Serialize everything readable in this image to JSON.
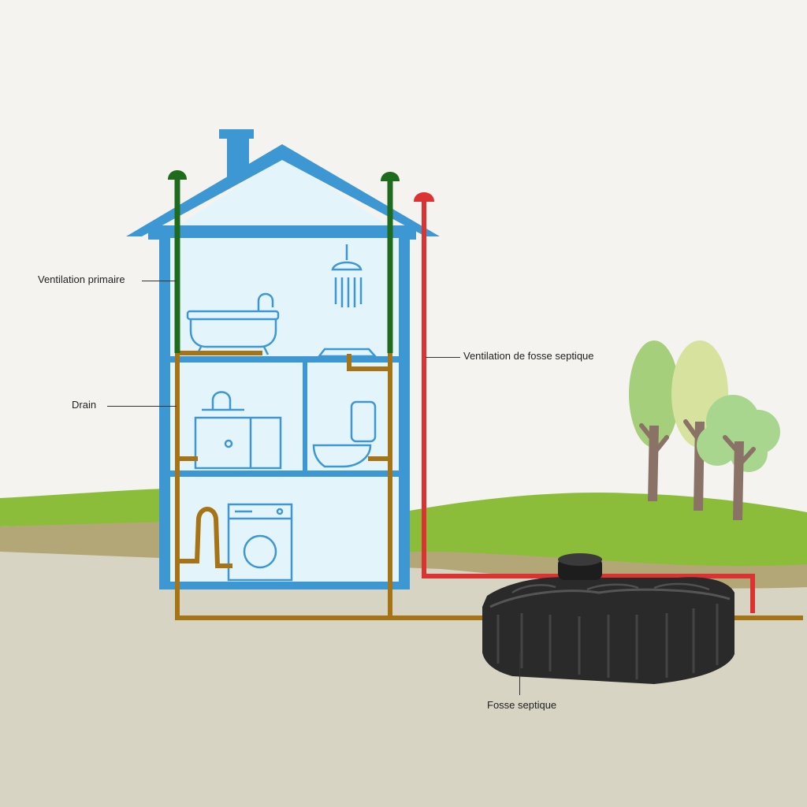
{
  "labels": {
    "ventilation_primaire": "Ventilation primaire",
    "drain": "Drain",
    "ventilation_fosse": "Ventilation de fosse septique",
    "fosse_septique": "Fosse septique"
  },
  "colors": {
    "background": "#f5f3f0",
    "house_frame": "#3d97d3",
    "house_interior": "#e4f4fb",
    "grass": "#8cbd3a",
    "soil": "#d8d4c4",
    "soil_band": "#b3a778",
    "ventilation_primaire": "#1f6b1d",
    "drain": "#a67414",
    "ventilation_fosse": "#dc3232",
    "tank": "#2a2a2a",
    "fixtures": "#3d97d3"
  },
  "icons": [
    "shower-icon",
    "bathtub-icon",
    "sink-icon",
    "toilet-icon",
    "washing-machine-icon",
    "tree-icon"
  ]
}
